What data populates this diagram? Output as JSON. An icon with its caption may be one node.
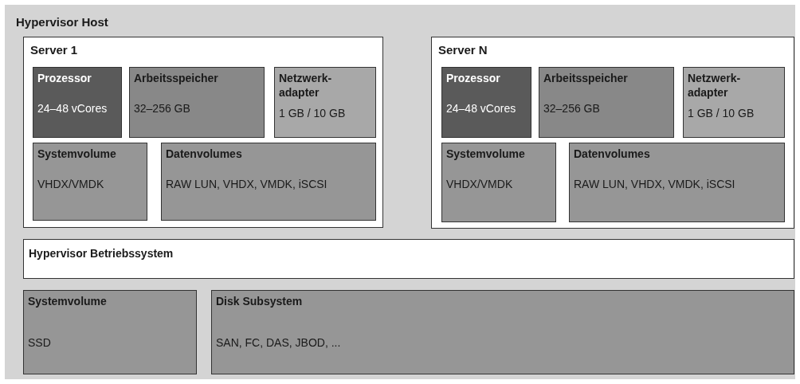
{
  "diagram": {
    "nodes": [
      {
        "text": [
          "Hypervisor Host"
        ]
      },
      {
        "text": [
          "Server 1"
        ],
        "in": 0
      },
      {
        "text": [
          "Prozessor",
          "24–48 vCores"
        ],
        "in": 1
      },
      {
        "text": [
          "Arbeitsspeicher",
          "32–256 GB"
        ],
        "in": 1
      },
      {
        "text": [
          "Netzwerk-adapter",
          "1 GB / 10 GB"
        ],
        "in": 1
      },
      {
        "text": [
          "Systemvolume",
          "VHDX/VMDK"
        ],
        "in": 1
      },
      {
        "text": [
          "Datenvolumes",
          "RAW LUN, VHDX, VMDK, iSCSI"
        ],
        "in": 1
      },
      {
        "text": [
          "Server N"
        ],
        "in": 0
      },
      {
        "text": [
          "Prozessor",
          "24–48 vCores"
        ],
        "in": 7
      },
      {
        "text": [
          "Arbeitsspeicher",
          "32–256 GB"
        ],
        "in": 7
      },
      {
        "text": [
          "Netzwerk-adapter",
          "1 GB / 10 GB"
        ],
        "in": 7
      },
      {
        "text": [
          "Systemvolume",
          "VHDX/VMDK"
        ],
        "in": 7
      },
      {
        "text": [
          "Datenvolumes",
          "RAW LUN, VHDX, VMDK, iSCSI"
        ],
        "in": 7
      },
      {
        "text": [
          "Hypervisor Betriebssystem"
        ],
        "in": 0
      },
      {
        "text": [
          "Systemvolume",
          "SSD"
        ],
        "in": 0
      },
      {
        "text": [
          "Disk Subsystem",
          "SAN, FC, DAS, JBOD, ..."
        ],
        "in": 0
      }
    ],
    "edges": []
  }
}
